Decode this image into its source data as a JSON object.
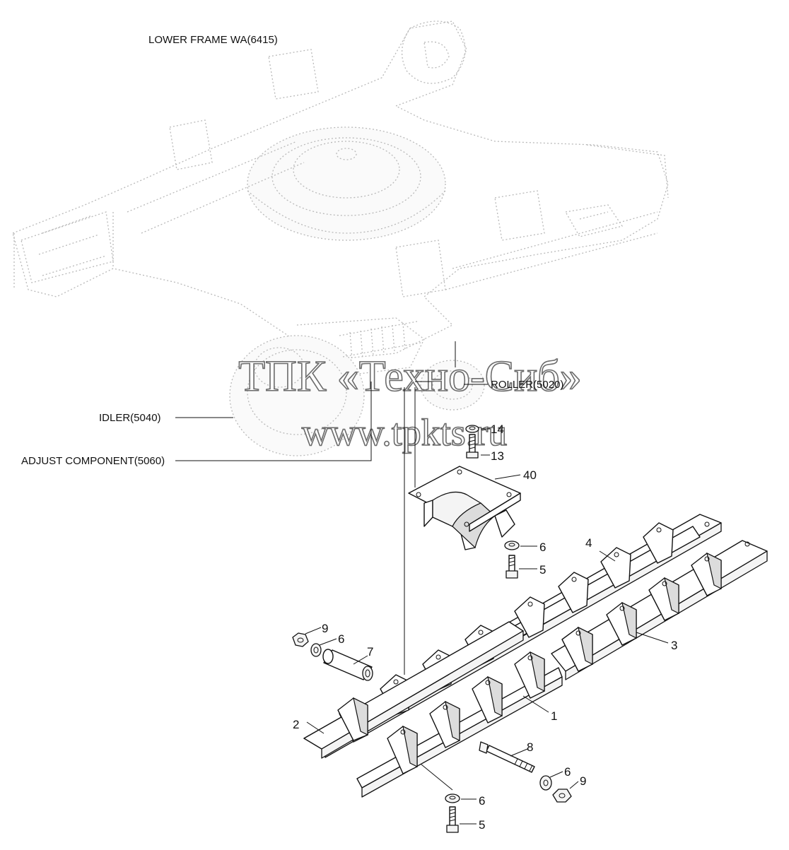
{
  "labels": {
    "lower_frame": "LOWER FRAME WA(6415)",
    "roller": "ROLLER(5020)",
    "idler": "IDLER(5040)",
    "adjust": "ADJUST COMPONENT(5060)"
  },
  "watermark": {
    "line1": "ТПК «Техно-Сиб»",
    "line2": "www.tpkts.ru"
  },
  "callouts": {
    "c14": "14",
    "c13": "13",
    "c40": "40",
    "c6_top": "6",
    "c5_top": "5",
    "c4": "4",
    "c9_left": "9",
    "c6_left": "6",
    "c7": "7",
    "c3": "3",
    "c1": "1",
    "c2": "2",
    "c8": "8",
    "c6_right": "6",
    "c9_right": "9",
    "c6_bottom": "6",
    "c5_bottom": "5"
  }
}
